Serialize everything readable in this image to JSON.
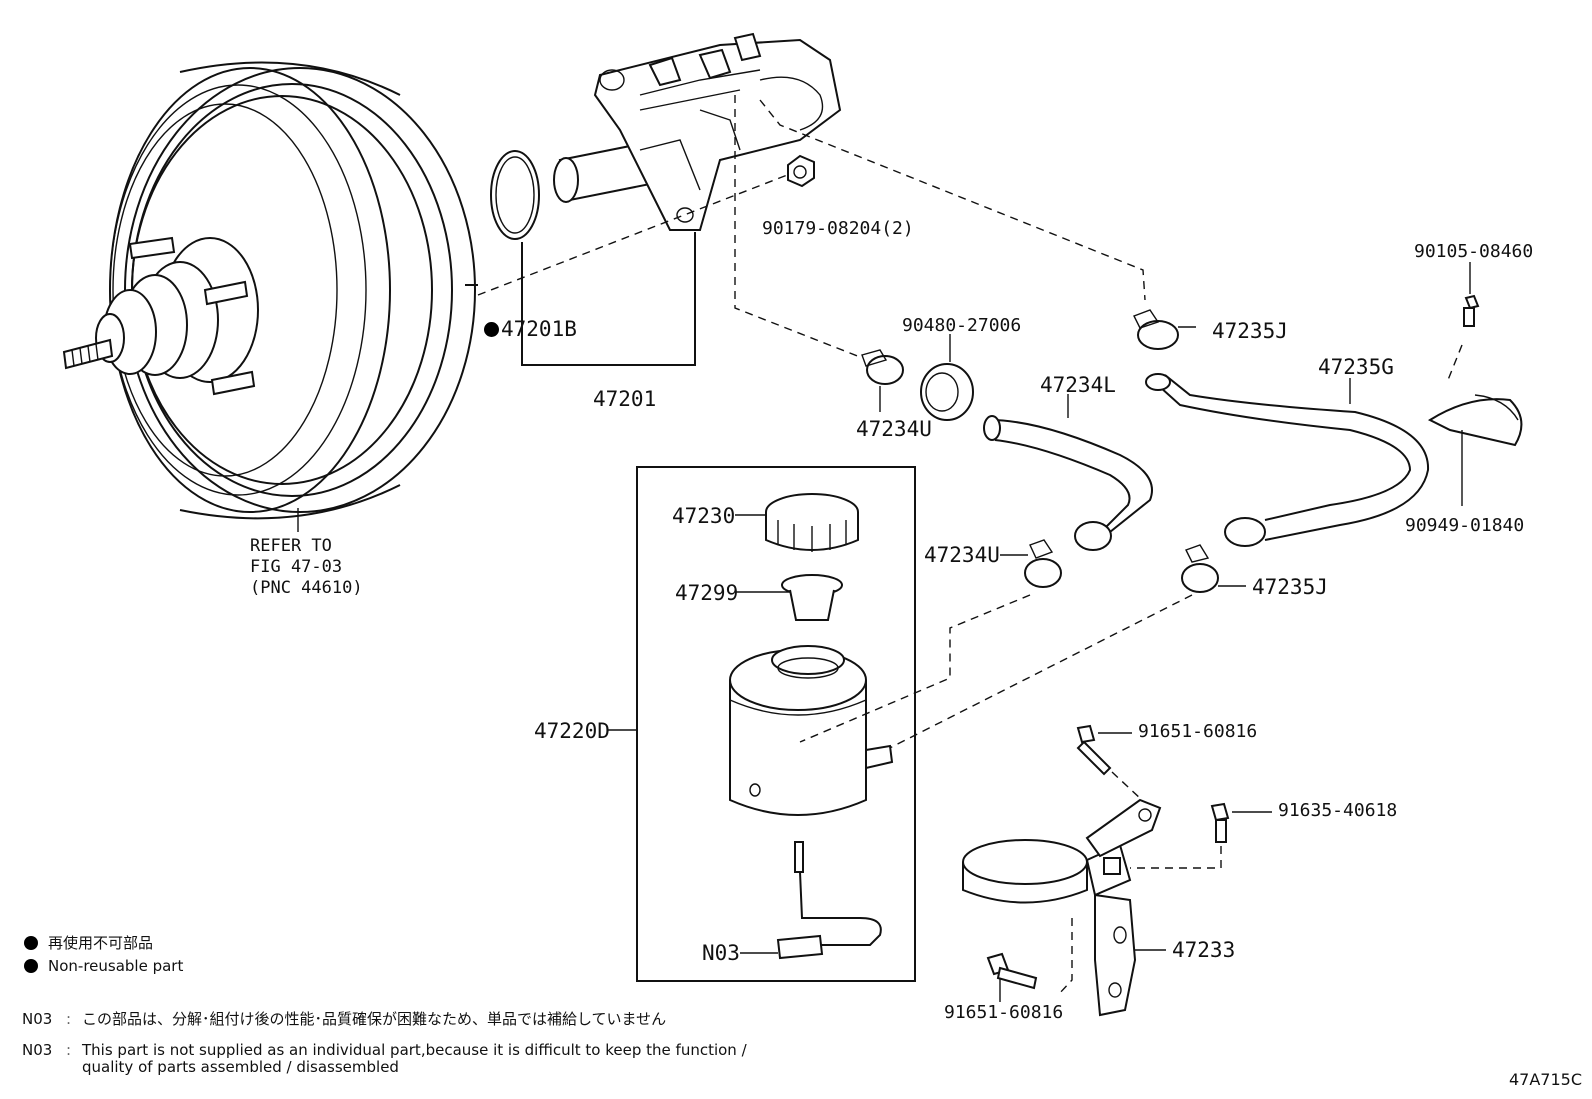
{
  "parts": {
    "p_47201B": "47201B",
    "p_47201": "47201",
    "p_90179": "90179-08204(2)",
    "p_90105": "90105-08460",
    "p_90480": "90480-27006",
    "p_47235J_top": "47235J",
    "p_47235G": "47235G",
    "p_47234L": "47234L",
    "p_47234U_top": "47234U",
    "p_90949": "90949-01840",
    "p_47230": "47230",
    "p_47299": "47299",
    "p_47234U_mid": "47234U",
    "p_47235J_mid": "47235J",
    "p_47220D": "47220D",
    "p_91651_top": "91651-60816",
    "p_91635": "91635-40618",
    "p_N03": "N03",
    "p_47233": "47233",
    "p_91651_bottom": "91651-60816"
  },
  "reference": {
    "line1": "REFER TO",
    "line2": "FIG 47-03",
    "line3": "(PNC 44610)"
  },
  "legend": {
    "jp": "再使用不可部品",
    "en": "Non-reusable part"
  },
  "notes": {
    "code1": "N03",
    "code2": "N03",
    "colon": ":",
    "jp": "この部品は、分解･組付け後の性能･品質確保が困難なため、単品では補給していません",
    "en_line1": "This part is not supplied as an individual part,because it is difficult to keep the function /",
    "en_line2": "quality of parts assembled / disassembled"
  },
  "figure_id": "47A715C",
  "colors": {
    "line": "#111111",
    "background": "#ffffff",
    "marker": "#000000"
  }
}
